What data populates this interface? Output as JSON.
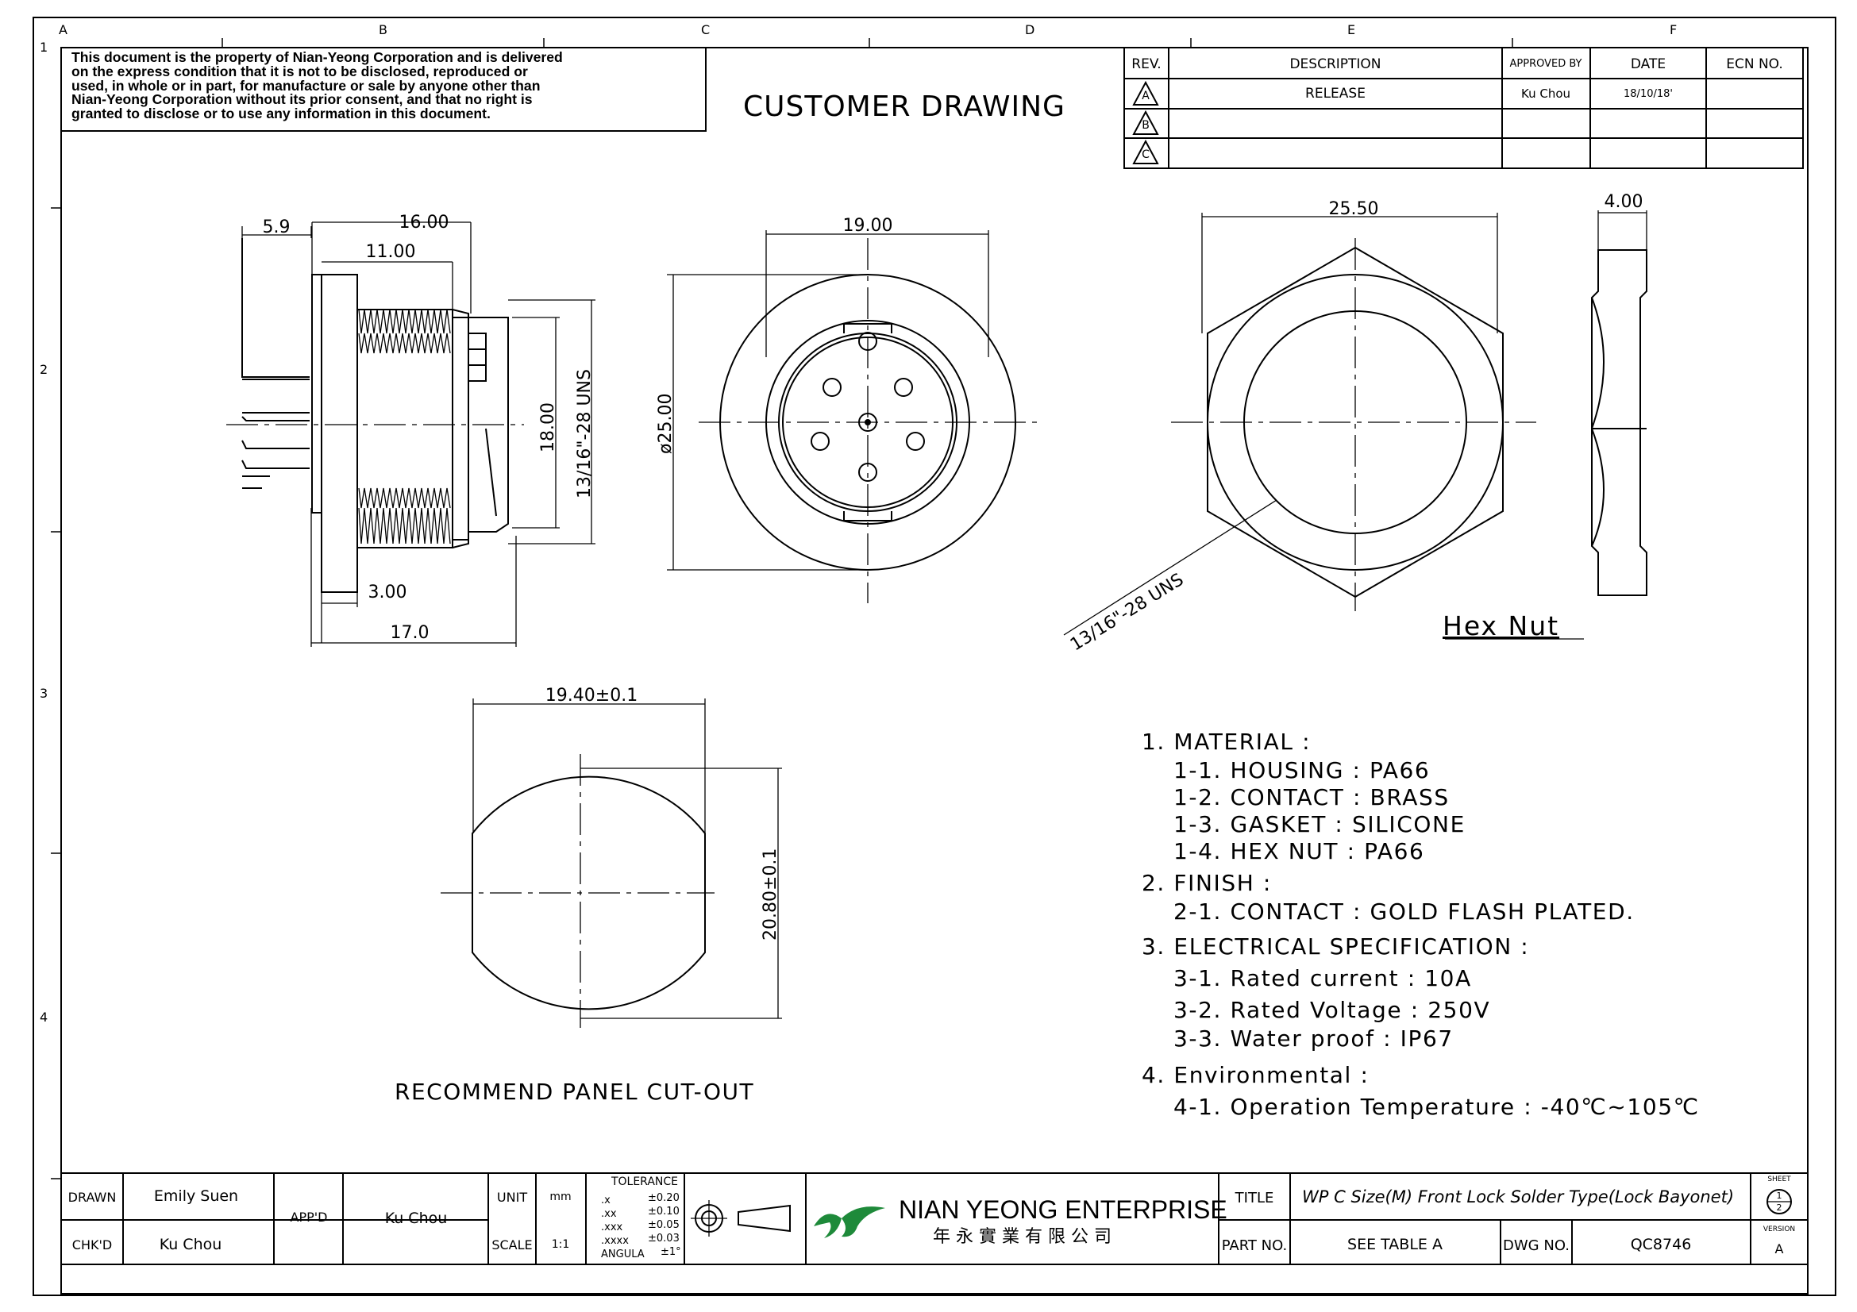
{
  "zone_letters": [
    "A",
    "B",
    "C",
    "D",
    "E",
    "F"
  ],
  "zone_numbers": [
    "1",
    "2",
    "3",
    "4"
  ],
  "disclaimer_lines": [
    "This document is the property of Nian-Yeong Corporation and is delivered",
    "on  the  express condition that it is not to be disclosed, reproduced or",
    "used, in whole or in part, for manufacture or sale by anyone other than",
    "Nian-Yeong Corporation without  its prior consent, and that  no right  is",
    "granted to disclose or to use any information in this  document."
  ],
  "drawing_title": "CUSTOMER  DRAWING",
  "revision_table": {
    "headers": {
      "rev": "REV.",
      "description": "DESCRIPTION",
      "approved_by": "APPROVED BY",
      "date": "DATE",
      "ecn": "ECN NO."
    },
    "rows": [
      {
        "rev": "A",
        "description": "RELEASE",
        "approved_by": "Ku Chou",
        "date": "18/10/18'"
      },
      {
        "rev": "B",
        "description": "",
        "approved_by": "",
        "date": ""
      },
      {
        "rev": "C",
        "description": "",
        "approved_by": "",
        "date": ""
      }
    ]
  },
  "dimensions": {
    "side_5_9": "5.9",
    "side_16": "16.00",
    "side_11": "11.00",
    "side_18": "18.00",
    "side_thread": "13/16\"-28 UNS",
    "side_3": "3.00",
    "side_17": "17.0",
    "front_19": "19.00",
    "front_dia25": "ø25.00",
    "hex_25_5": "25.50",
    "hex_thread": "13/16\"-28 UNS",
    "hex_4": "4.00",
    "cut_width": "19.40±0.1",
    "cut_height": "20.80±0.1"
  },
  "hex_nut_label": "Hex  Nut",
  "panel_cutout_label": "RECOMMEND  PANEL  CUT-OUT",
  "notes": [
    "1.  MATERIAL  :",
    "1-1.  HOUSING  :  PA66",
    "1-2.  CONTACT  :  BRASS",
    "1-3.  GASKET  :  SILICONE",
    "1-4.  HEX  NUT  :  PA66",
    "2.  FINISH  :",
    "2-1.  CONTACT  :  GOLD  FLASH  PLATED.",
    "3.  ELECTRICAL  SPECIFICATION  :",
    "3-1.  Rated  current  :  10A",
    "3-2.  Rated  Voltage  :  250V",
    "3-3.  Water  proof  :  IP67",
    "4.  Environmental  :",
    "4-1.  Operation  Temperature  :  -40℃~105℃"
  ],
  "title_block": {
    "drawn_label": "DRAWN",
    "drawn_value": "Emily Suen",
    "chkd_label": "CHK'D",
    "chkd_value": "Ku Chou",
    "appd_label": "APP'D",
    "appd_value": "Ku Chou",
    "unit_label": "UNIT",
    "unit_value": "mm",
    "scale_label": "SCALE",
    "scale_value": "1:1",
    "tolerance_label": "TOLERANCE",
    "tolerances": [
      {
        "k": ".x",
        "v": "±0.20"
      },
      {
        "k": ".xx",
        "v": "±0.10"
      },
      {
        "k": ".xxx",
        "v": "±0.05"
      },
      {
        "k": ".xxxx",
        "v": "±0.03"
      },
      {
        "k": "ANGULA",
        "v": "±1°"
      }
    ],
    "company_name": "NIAN YEONG ENTERPRISE",
    "company_chinese": "年 永 實 業 有 限 公 司",
    "title_label": "TITLE",
    "title_value": "WP C Size(M) Front Lock Solder Type(Lock Bayonet)",
    "part_label": "PART NO.",
    "part_value": "SEE TABLE A",
    "dwg_label": "DWG NO.",
    "dwg_value": "QC8746",
    "sheet_label": "SHEET",
    "sheet_top": "1",
    "sheet_bottom": "2",
    "version_label": "VERSION",
    "version_value": "A"
  },
  "colors": {
    "ink": "#000000",
    "logo_green": "#1e8a3a",
    "paper": "#ffffff"
  }
}
